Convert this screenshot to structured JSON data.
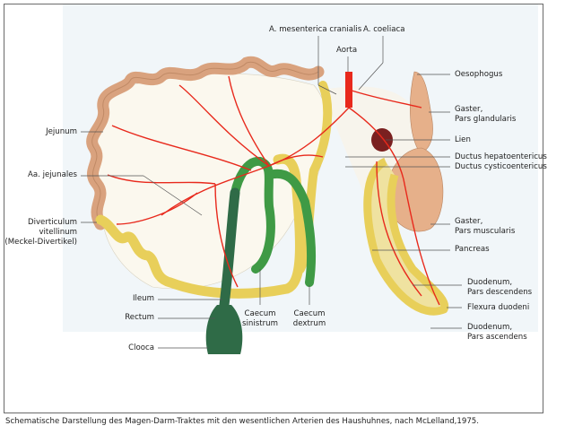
{
  "figure": {
    "labels": {
      "mesenterica": "A. mesenterica cranialis",
      "coeliaca": "A. coeliaca",
      "aorta": "Aorta",
      "oesophagus": "Oesophogus",
      "gaster_gland_1": "Gaster,",
      "gaster_gland_2": "Pars glandularis",
      "lien": "Lien",
      "ductus_hep": "Ductus hepatoentericus",
      "ductus_cys": "Ductus cysticoentericus",
      "gaster_musc_1": "Gaster,",
      "gaster_musc_2": "Pars muscularis",
      "pancreas": "Pancreas",
      "duod_desc_1": "Duodenum,",
      "duod_desc_2": "Pars descendens",
      "flexura": "Flexura duodeni",
      "duod_asc_1": "Duodenum,",
      "duod_asc_2": "Pars ascendens",
      "jejunum": "Jejunum",
      "aa_jejunales": "Aa. jejunales",
      "divert_1": "Diverticulum",
      "divert_2": "vitellinum",
      "divert_3": "(Meckel-Divertikel)",
      "ileum": "Ileum",
      "rectum": "Rectum",
      "cloaca": "Clooca",
      "caecum_sin_1": "Caecum",
      "caecum_sin_2": "sinistrum",
      "caecum_dex_1": "Caecum",
      "caecum_dex_2": "dextrum"
    },
    "caption": "Schematische Darstellung des Magen-Darm-Traktes mit den wesentlichen Arterien des Haushuhnes, nach McLelland,1975.",
    "colors": {
      "artery": "#e8291c",
      "jejunum": "#d9a27e",
      "ileum": "#e8cf5a",
      "caecum": "#3f9a45",
      "rectum": "#2f6b47",
      "stomach": "#e6b08a",
      "spleen": "#7a2020",
      "mesentery": "#fbf8ee"
    }
  }
}
